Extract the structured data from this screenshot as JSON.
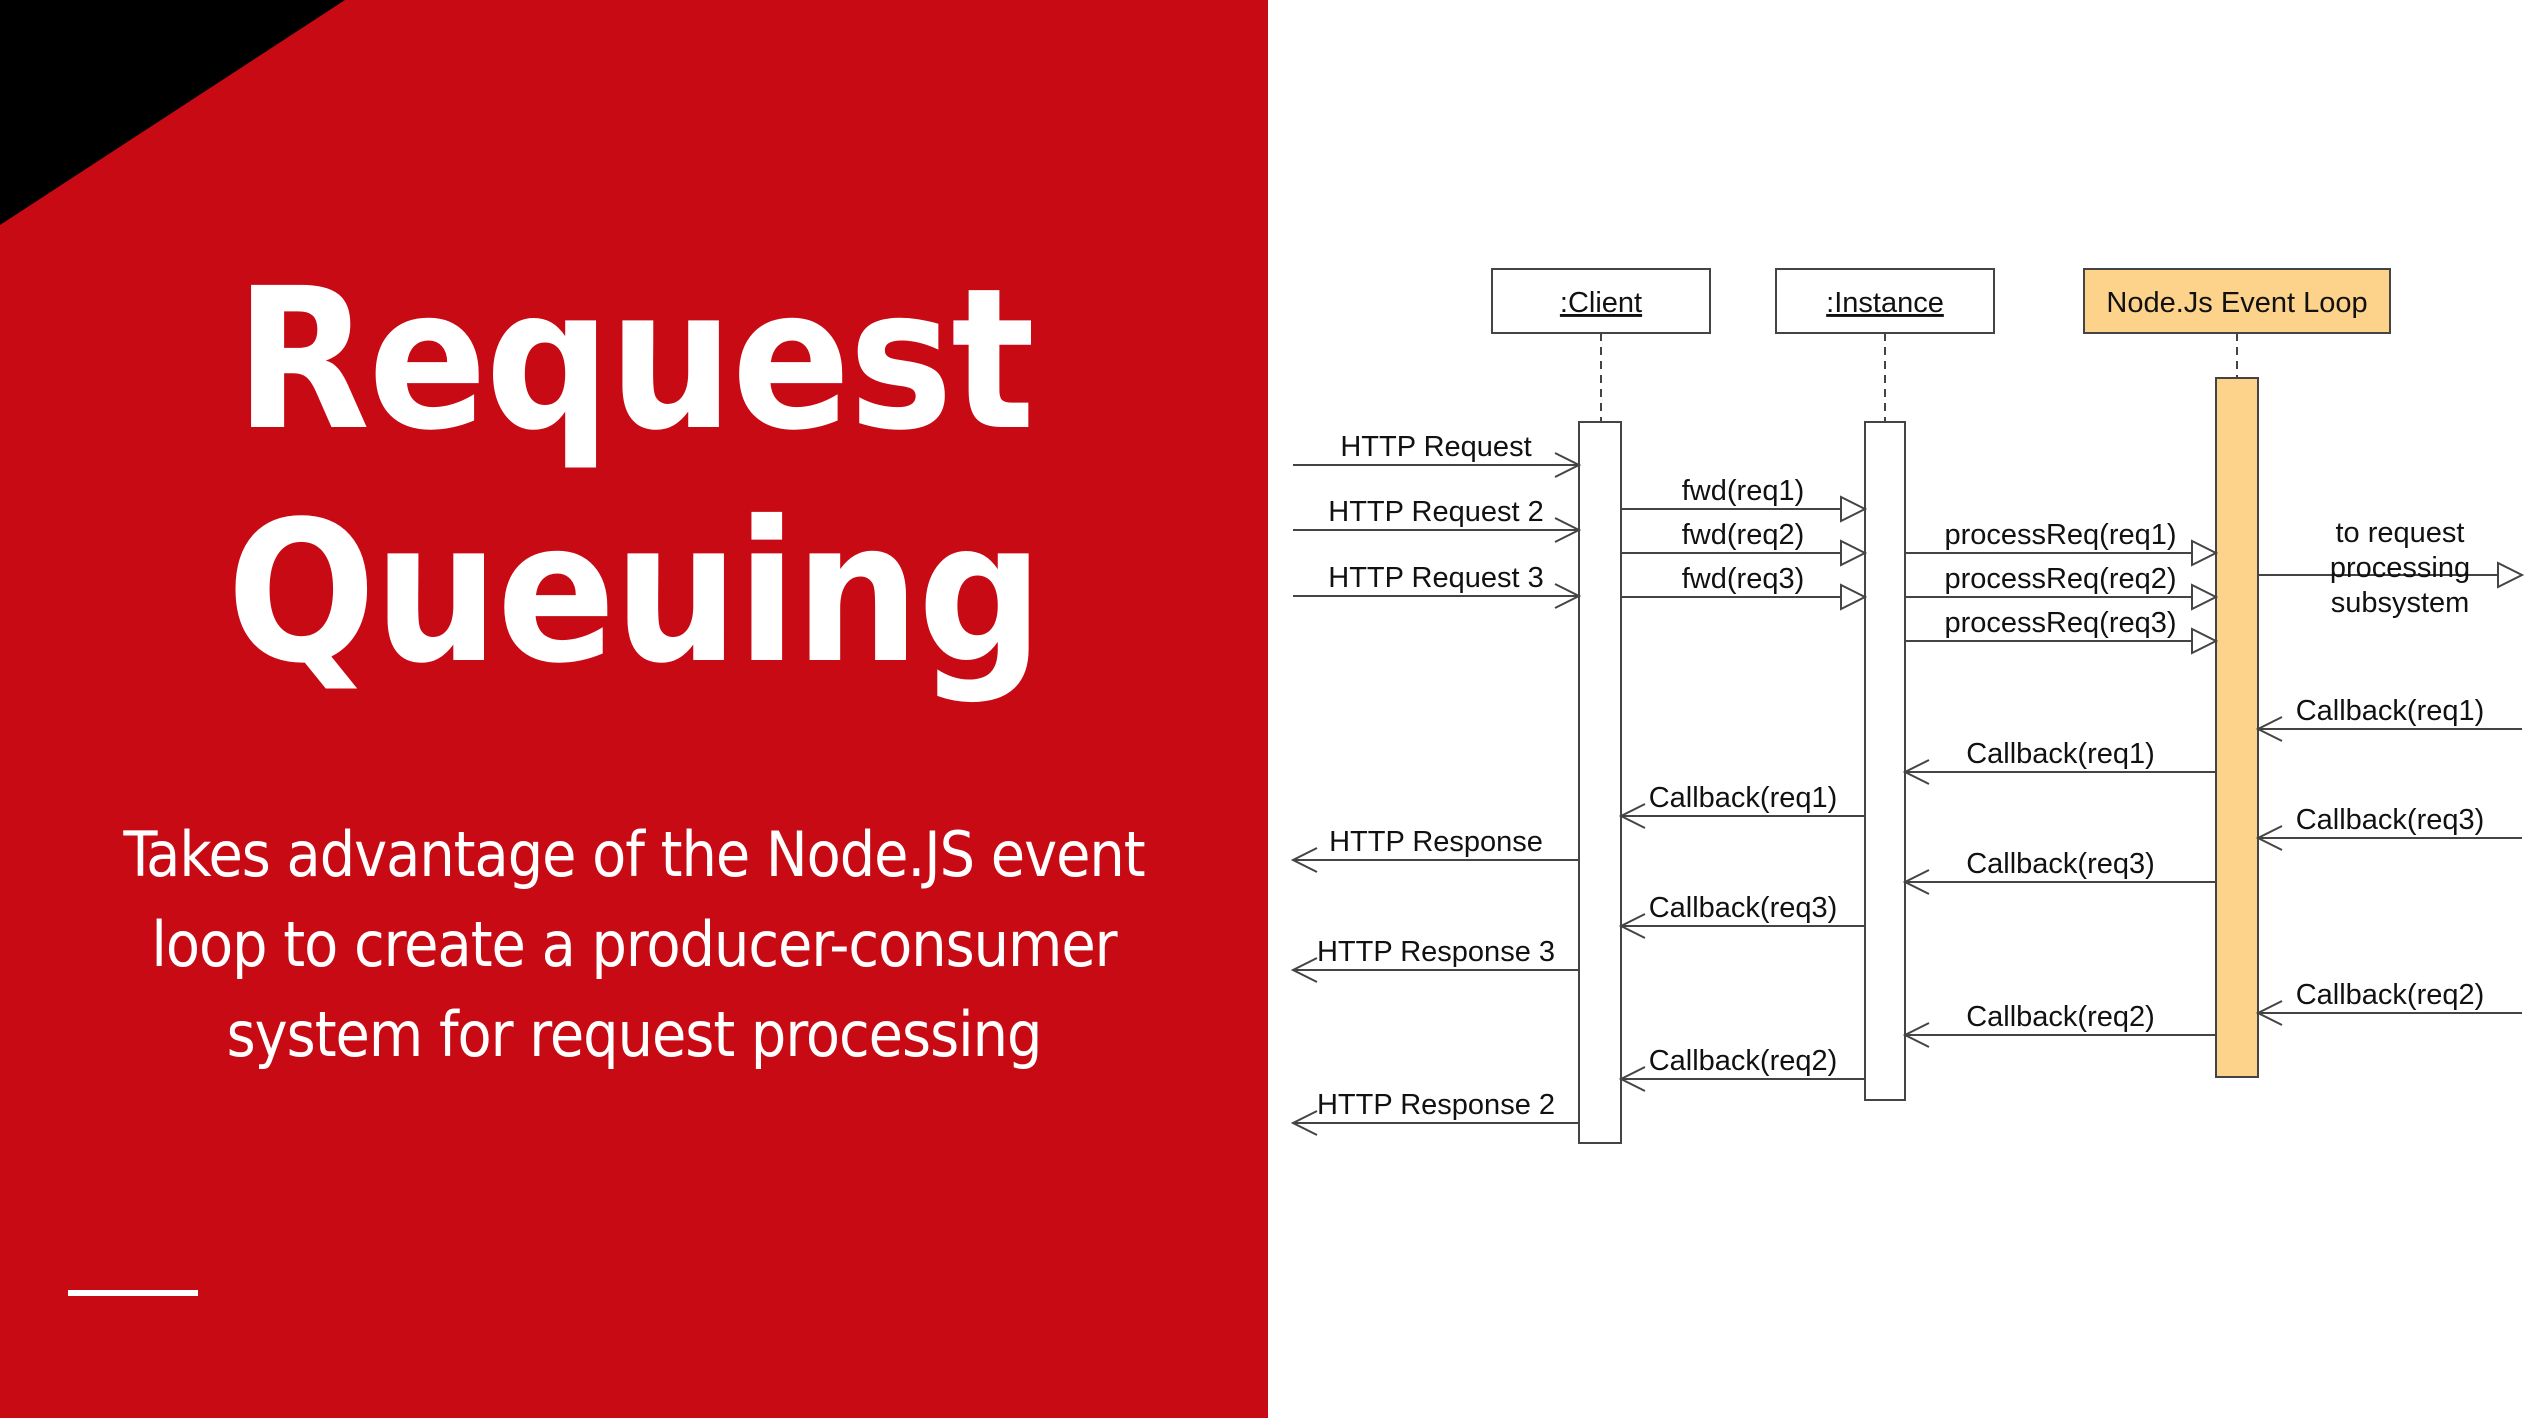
{
  "slide": {
    "title_line_1": "Request",
    "title_line_2": "Queuing",
    "subtitle": "Takes advantage of the Node.JS event loop to create a producer-consumer system for request processing",
    "colors": {
      "background": "#c80a14",
      "corner": "#000000",
      "text": "#ffffff"
    }
  },
  "diagram": {
    "participants": [
      {
        "id": "client",
        "label": ":Client",
        "underlined": true,
        "fill": "#ffffff"
      },
      {
        "id": "instance",
        "label": ":Instance",
        "underlined": true,
        "fill": "#ffffff"
      },
      {
        "id": "eventloop",
        "label": "Node.Js Event Loop",
        "underlined": false,
        "fill": "#fdd28a"
      }
    ],
    "messages": [
      {
        "from": "left-edge",
        "to": "client",
        "label": "HTTP Request",
        "kind": "open"
      },
      {
        "from": "left-edge",
        "to": "client",
        "label": "HTTP Request 2",
        "kind": "open"
      },
      {
        "from": "left-edge",
        "to": "client",
        "label": "HTTP Request 3",
        "kind": "open"
      },
      {
        "from": "client",
        "to": "instance",
        "label": "fwd(req1)",
        "kind": "hollow"
      },
      {
        "from": "client",
        "to": "instance",
        "label": "fwd(req2)",
        "kind": "hollow"
      },
      {
        "from": "client",
        "to": "instance",
        "label": "fwd(req3)",
        "kind": "hollow"
      },
      {
        "from": "instance",
        "to": "eventloop",
        "label": "processReq(req1)",
        "kind": "hollow"
      },
      {
        "from": "instance",
        "to": "eventloop",
        "label": "processReq(req2)",
        "kind": "hollow"
      },
      {
        "from": "instance",
        "to": "eventloop",
        "label": "processReq(req3)",
        "kind": "hollow"
      },
      {
        "from": "eventloop",
        "to": "right-edge",
        "label": "to request processing subsystem",
        "lines": [
          "to request",
          "processing",
          "subsystem"
        ],
        "kind": "hollow"
      },
      {
        "from": "right-edge",
        "to": "eventloop",
        "label": "Callback(req1)",
        "kind": "open"
      },
      {
        "from": "eventloop",
        "to": "instance",
        "label": "Callback(req1)",
        "kind": "open"
      },
      {
        "from": "instance",
        "to": "client",
        "label": "Callback(req1)",
        "kind": "open"
      },
      {
        "from": "client",
        "to": "left-edge",
        "label": "HTTP Response",
        "kind": "open"
      },
      {
        "from": "right-edge",
        "to": "eventloop",
        "label": "Callback(req3)",
        "kind": "open"
      },
      {
        "from": "eventloop",
        "to": "instance",
        "label": "Callback(req3)",
        "kind": "open"
      },
      {
        "from": "instance",
        "to": "client",
        "label": "Callback(req3)",
        "kind": "open"
      },
      {
        "from": "client",
        "to": "left-edge",
        "label": "HTTP Response 3",
        "kind": "open"
      },
      {
        "from": "right-edge",
        "to": "eventloop",
        "label": "Callback(req2)",
        "kind": "open"
      },
      {
        "from": "eventloop",
        "to": "instance",
        "label": "Callback(req2)",
        "kind": "open"
      },
      {
        "from": "instance",
        "to": "client",
        "label": "Callback(req2)",
        "kind": "open"
      },
      {
        "from": "client",
        "to": "left-edge",
        "label": "HTTP Response 2",
        "kind": "open"
      }
    ]
  }
}
